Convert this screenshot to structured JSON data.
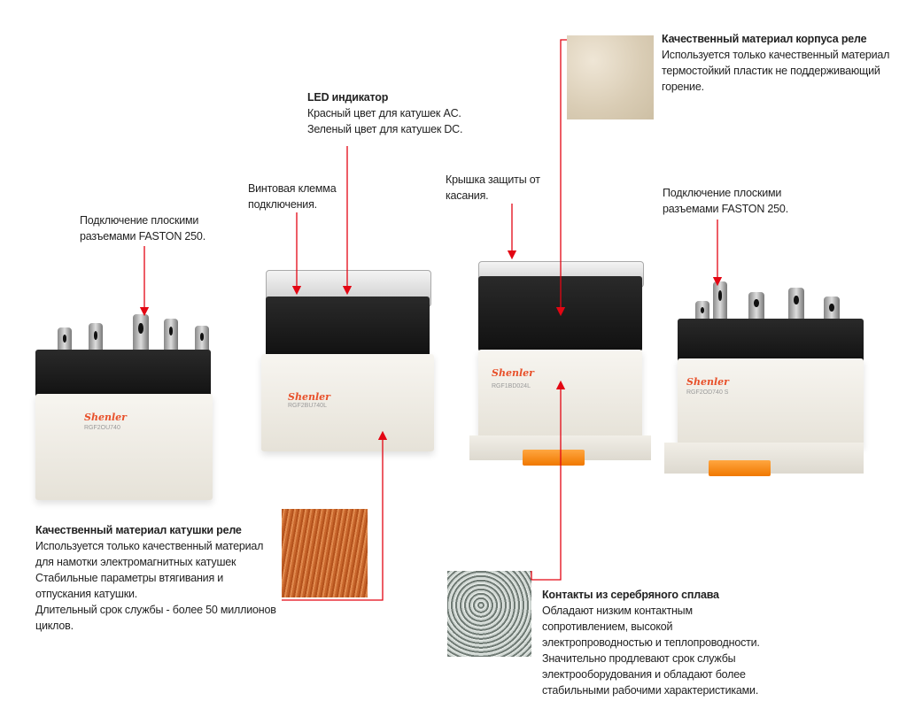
{
  "colors": {
    "accent": "#e30613",
    "brand": "#e8502a",
    "tab": "#f58a1f"
  },
  "callouts": {
    "housing": {
      "title": "Качественный материал корпуса реле",
      "lines": [
        "Используется только качественный материал",
        "термостойкий пластик не поддерживающий",
        "горение."
      ]
    },
    "led": {
      "title": "LED индикатор",
      "lines": [
        "Красный цвет для катушек AC.",
        "Зеленый цвет для катушек DC."
      ]
    },
    "screw": {
      "lines": [
        "Винтовая клемма",
        "подключения."
      ]
    },
    "faston_left": {
      "lines": [
        "Подключение плоскими",
        "разъемами FASTON 250."
      ]
    },
    "cover": {
      "lines": [
        "Крышка защиты от",
        "касания."
      ]
    },
    "faston_right": {
      "lines": [
        "Подключение плоскими",
        "разъемами FASTON 250."
      ]
    },
    "coil": {
      "title": "Качественный материал катушки реле",
      "lines": [
        "Используется только качественный материал",
        "для намотки электромагнитных катушек",
        "Стабильные параметры втягивания и",
        "отпускания катушки.",
        "Длительный срок службы - более 50 миллионов",
        "циклов."
      ]
    },
    "contacts": {
      "title": "Контакты из серебряного сплава",
      "lines": [
        "Обладают низким контактным",
        "сопротивлением, высокой",
        "электропроводностью и теплопроводности.",
        "Значительно продлевают срок службы",
        "электрооборудования и обладают более",
        "стабильными рабочими характеристиками."
      ]
    }
  },
  "relays": [
    {
      "brand": "Shenler",
      "model": "RGF2OU740"
    },
    {
      "brand": "Shenler",
      "model": "RGF2BU740L"
    },
    {
      "brand": "Shenler",
      "model": "RGF1BD024L"
    },
    {
      "brand": "Shenler",
      "model": "RGF2OD740 S"
    }
  ]
}
